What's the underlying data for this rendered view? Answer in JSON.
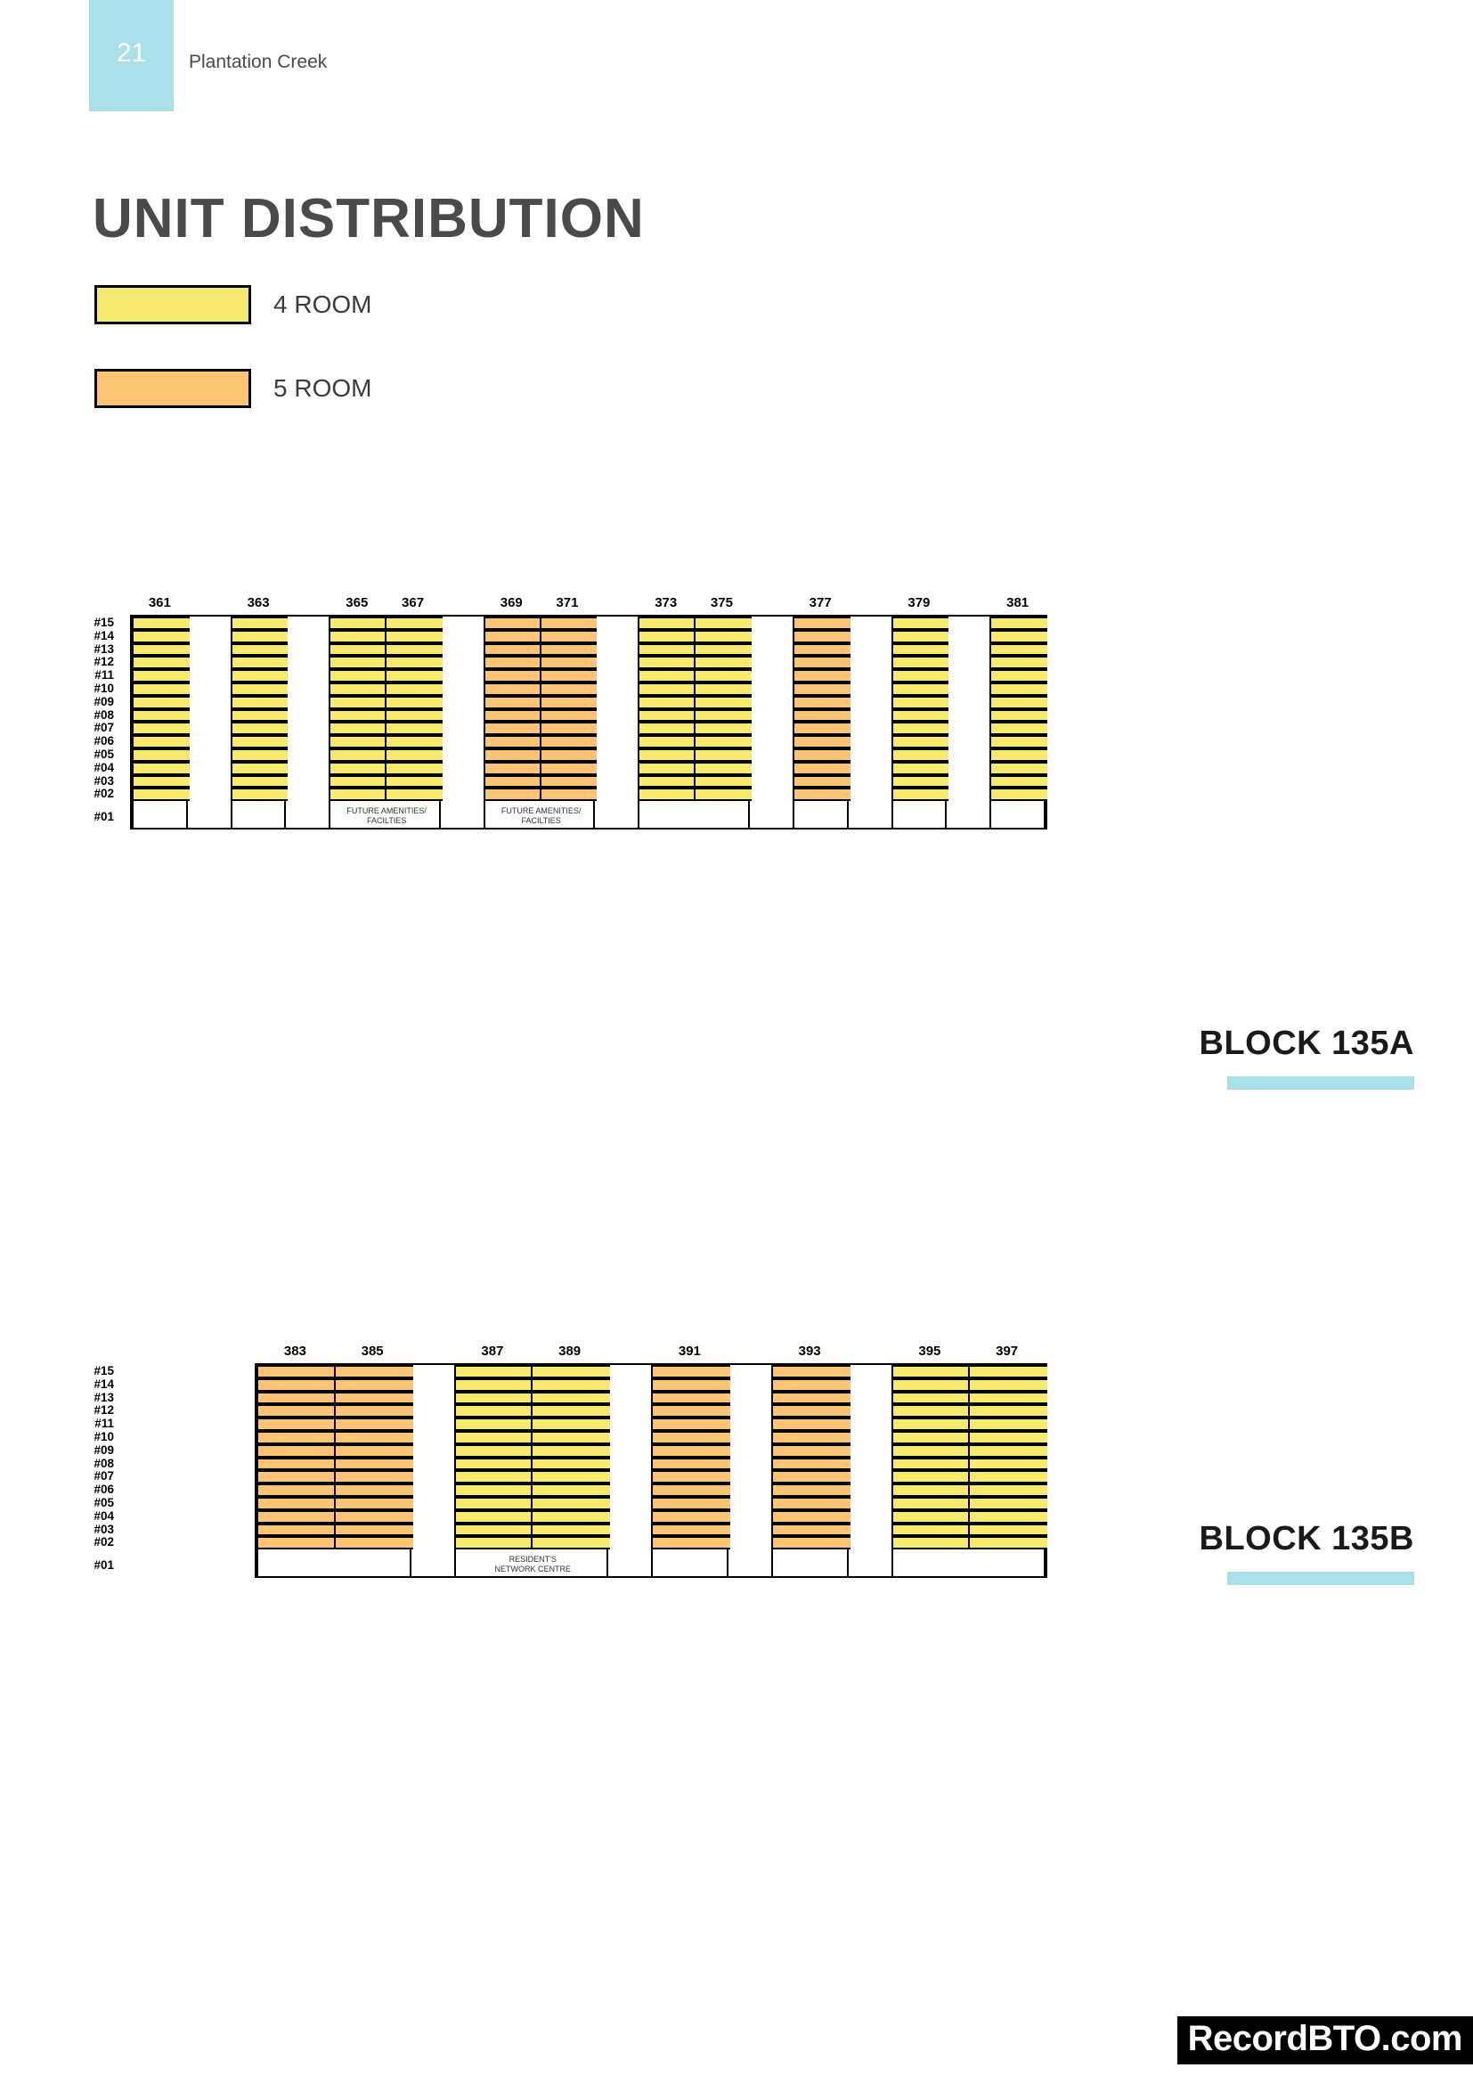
{
  "header": {
    "page_number": "21",
    "project_name": "Plantation Creek"
  },
  "page_title": "UNIT DISTRIBUTION",
  "legend": [
    {
      "label": "4 ROOM",
      "color": "#f5ea6e",
      "key": "r4"
    },
    {
      "label": "5 ROOM",
      "color": "#fbc474",
      "key": "r5"
    }
  ],
  "floors": [
    "#15",
    "#14",
    "#13",
    "#12",
    "#11",
    "#10",
    "#09",
    "#08",
    "#07",
    "#06",
    "#05",
    "#04",
    "#03",
    "#02",
    "#01"
  ],
  "blocks": [
    {
      "title": "BLOCK 135A",
      "groups": [
        {
          "stacks": [
            {
              "number": "361",
              "type": "r4"
            }
          ],
          "ground_note": ""
        },
        {
          "stacks": [
            {
              "number": "363",
              "type": "r4"
            }
          ],
          "ground_note": ""
        },
        {
          "stacks": [
            {
              "number": "365",
              "type": "r4"
            },
            {
              "number": "367",
              "type": "r4"
            }
          ],
          "ground_note": "FUTURE AMENITIES/\nFACILTIES"
        },
        {
          "stacks": [
            {
              "number": "369",
              "type": "r5"
            },
            {
              "number": "371",
              "type": "r5"
            }
          ],
          "ground_note": "FUTURE AMENITIES/\nFACILTIES"
        },
        {
          "stacks": [
            {
              "number": "373",
              "type": "r4"
            },
            {
              "number": "375",
              "type": "r4"
            }
          ],
          "ground_note": ""
        },
        {
          "stacks": [
            {
              "number": "377",
              "type": "r5"
            }
          ],
          "ground_note": ""
        },
        {
          "stacks": [
            {
              "number": "379",
              "type": "r4"
            }
          ],
          "ground_note": ""
        },
        {
          "stacks": [
            {
              "number": "381",
              "type": "r4"
            }
          ],
          "ground_note": ""
        }
      ]
    },
    {
      "title": "BLOCK 135B",
      "groups": [
        {
          "stacks": [
            {
              "number": "383",
              "type": "r5"
            },
            {
              "number": "385",
              "type": "r5"
            }
          ],
          "ground_note": ""
        },
        {
          "stacks": [
            {
              "number": "387",
              "type": "r4"
            },
            {
              "number": "389",
              "type": "r4"
            }
          ],
          "ground_note": "RESIDENT'S\nNETWORK CENTRE"
        },
        {
          "stacks": [
            {
              "number": "391",
              "type": "r5"
            }
          ],
          "ground_note": ""
        },
        {
          "stacks": [
            {
              "number": "393",
              "type": "r5"
            }
          ],
          "ground_note": ""
        },
        {
          "stacks": [
            {
              "number": "395",
              "type": "r4"
            },
            {
              "number": "397",
              "type": "r4"
            }
          ],
          "ground_note": ""
        }
      ]
    }
  ],
  "footer": {
    "logo_text": "RecordBTO.com"
  },
  "colors": {
    "accent": "#a9e0ea",
    "room4": "#f5ea6e",
    "room5": "#fbc474",
    "title_gray": "#4a4a4a"
  }
}
